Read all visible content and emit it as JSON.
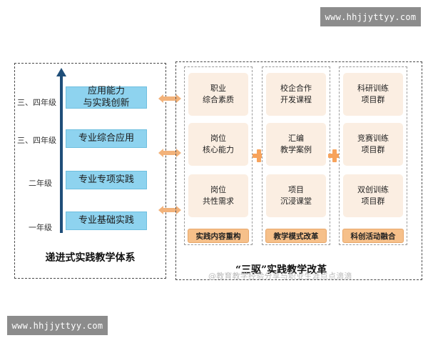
{
  "watermark": {
    "text": "www.hhjjyttyy.com"
  },
  "left": {
    "title": "递进式实践教学体系",
    "grades": [
      "三、四年级",
      "三、四年级",
      "二年级",
      "一年级"
    ],
    "stages": [
      "应用能力\n与实践创新",
      "专业综合应用",
      "专业专项实践",
      "专业基础实践"
    ]
  },
  "right": {
    "title": "“三驱”实践教学改革",
    "columns": [
      {
        "items": [
          "职业\n综合素质",
          "岗位\n核心能力",
          "岗位\n共性需求"
        ],
        "tag": "实践内容重构"
      },
      {
        "items": [
          "校企合作\n开发课程",
          "汇编\n教学案例",
          "项目\n沉浸课堂"
        ],
        "tag": "教学模式改革"
      },
      {
        "items": [
          "科研训练\n项目群",
          "竞赛训练\n项目群",
          "双创训练\n项目群"
        ],
        "tag": "科创活动融合"
      }
    ]
  },
  "source_caption": "@教育教学经验分享与职业生涯点点滴滴",
  "colors": {
    "stage_fill": "#8ed3ef",
    "axis": "#1f4e79",
    "cell_fill": "#fbeee2",
    "tag_fill": "#f6c08a",
    "accent": "#f7a35c"
  }
}
